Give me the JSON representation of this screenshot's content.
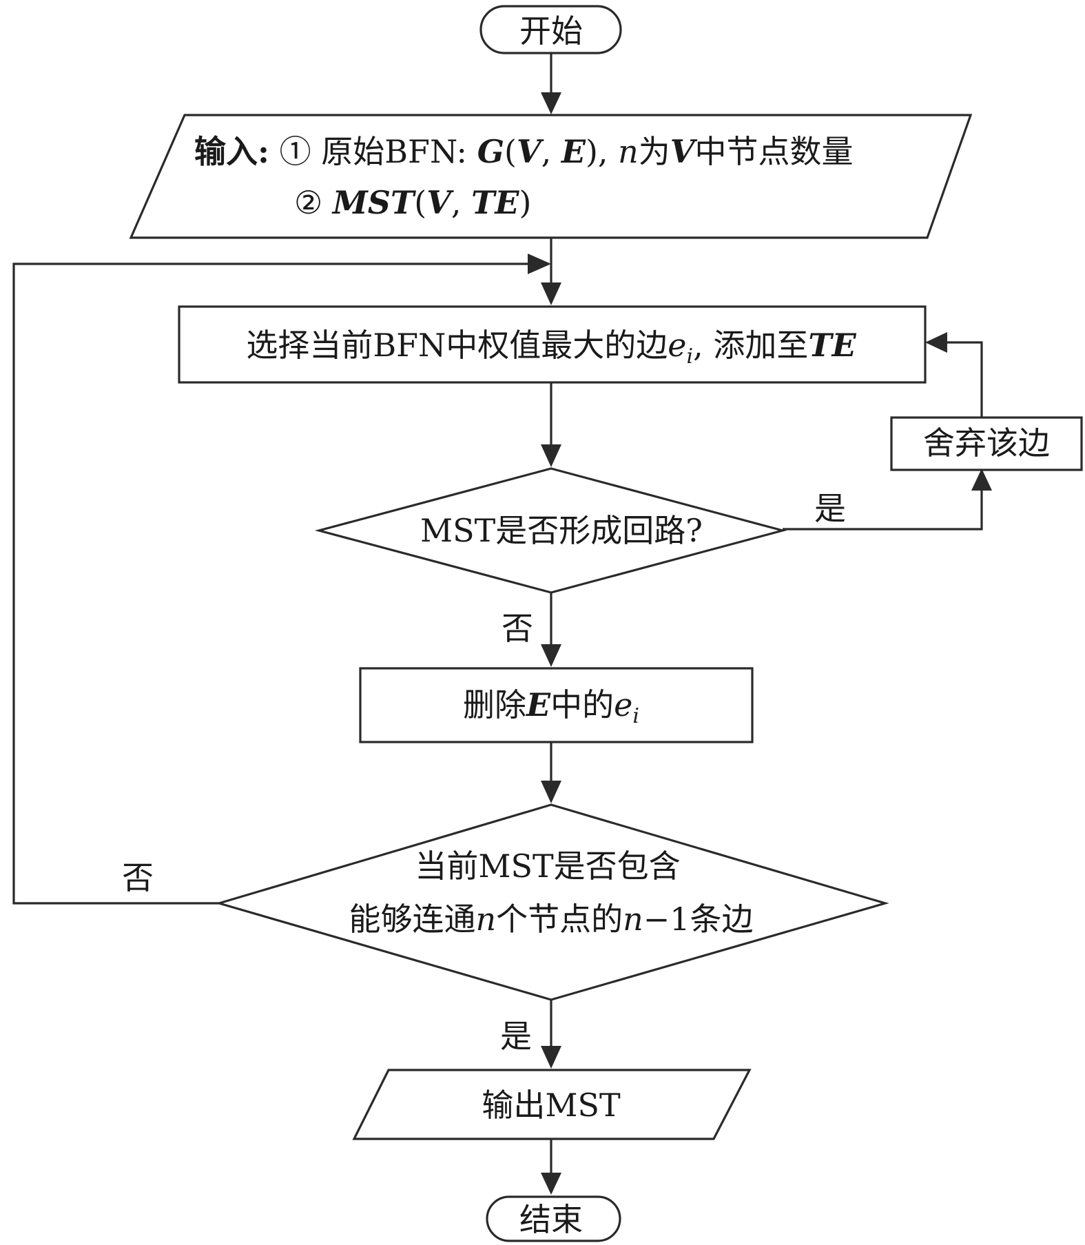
{
  "nodes": {
    "start": {
      "text": "开始"
    },
    "input": {
      "line1": {
        "p1": "输入:",
        "p2": " ① 原始BFN: ",
        "G": "G",
        "p3": "(",
        "V1": "V",
        "p4": ",  ",
        "E": "E",
        "p5": "), ",
        "n": "n",
        "p6": "为",
        "V2": "V",
        "p7": "中节点数量"
      },
      "line2": {
        "p1": "② ",
        "MST": "MST",
        "p2": "(",
        "V": "V",
        "p3": ", ",
        "TE": "TE",
        "p4": ")"
      }
    },
    "select": {
      "p1": "选择当前BFN中权值最大的边",
      "e": "e",
      "i": "i",
      "p2": ", 添加至",
      "TE": "TE"
    },
    "discard": {
      "text": "舍弃该边"
    },
    "check_loop": {
      "text": "MST是否形成回路?"
    },
    "delete": {
      "p1": "删除",
      "E": "E",
      "p2": "中的",
      "e": "e",
      "i": "i"
    },
    "check_complete": {
      "line1": "当前MST是否包含",
      "line2": {
        "p1": "能够连通",
        "n1": "n",
        "p2": "个节点的",
        "n2": "n",
        "p3": "−1条边"
      }
    },
    "output": {
      "text": "输出MST"
    },
    "end": {
      "text": "结束"
    }
  },
  "edge_labels": {
    "loop_yes": "是",
    "loop_no": "否",
    "complete_no": "否",
    "complete_yes": "是"
  }
}
